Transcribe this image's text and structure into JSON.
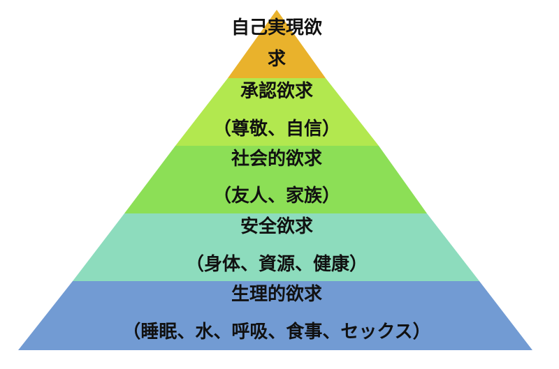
{
  "pyramid": {
    "levels": [
      {
        "lines": [
          "自己実現欲",
          "求"
        ],
        "color": "#e9b22c"
      },
      {
        "lines": [
          "承認欲求",
          "（尊敬、自信）"
        ],
        "color": "#b2e84f"
      },
      {
        "lines": [
          "社会的欲求",
          "（友人、家族）"
        ],
        "color": "#8cdf56"
      },
      {
        "lines": [
          "安全欲求",
          "（身体、資源、健康）"
        ],
        "color": "#8ddcbd"
      },
      {
        "lines": [
          "生理的欲求",
          "（睡眠、水、呼吸、食事、セックス）"
        ],
        "color": "#729bd3"
      }
    ]
  }
}
